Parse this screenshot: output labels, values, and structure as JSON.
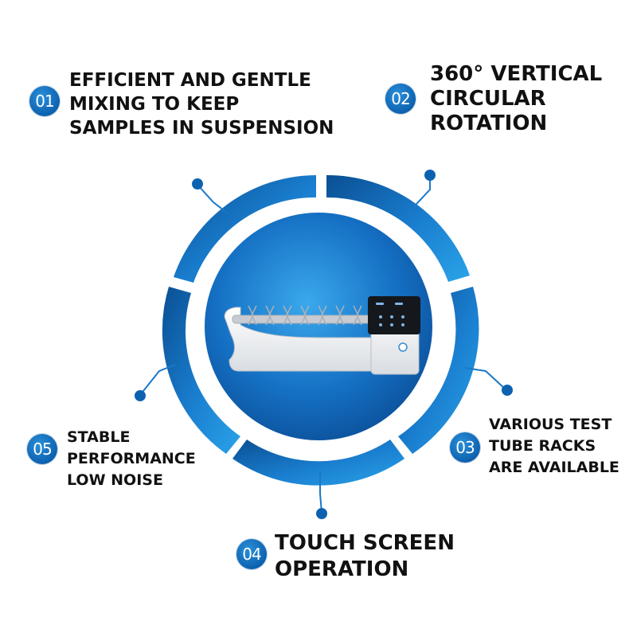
{
  "features": [
    {
      "number": "01",
      "lines": [
        "EFFICIENT AND GENTLE",
        "MIXING TO KEEP",
        "SAMPLES IN SUSPENSION"
      ]
    },
    {
      "number": "02",
      "lines": [
        "360° VERTICAL",
        "CIRCULAR",
        "ROTATION"
      ]
    },
    {
      "number": "03",
      "lines": [
        "VARIOUS TEST",
        "TUBE RACKS",
        "ARE AVAILABLE"
      ]
    },
    {
      "number": "04",
      "lines": [
        "TOUCH SCREEN",
        "OPERATION"
      ]
    },
    {
      "number": "05",
      "lines": [
        "STABLE",
        "PERFORMANCE",
        "LOW NOISE"
      ]
    }
  ],
  "colors": {
    "ring_dark": "#0a4f93",
    "ring_light": "#2aa3e8",
    "badge": "#0d62b0",
    "text": "#111111"
  },
  "icons": {
    "connector": "pin-dot-icon",
    "product": "tube-rotator-device"
  }
}
